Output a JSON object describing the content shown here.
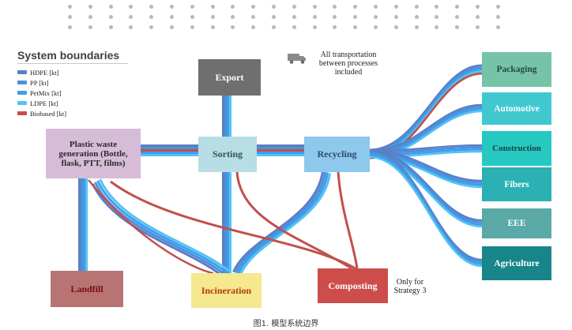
{
  "legend": {
    "title": "System boundaries",
    "items": [
      {
        "label": "HDPE [kt]",
        "color": "#5b7fc4"
      },
      {
        "label": "PP [kt]",
        "color": "#4f8fd8"
      },
      {
        "label": "PetMix [kt]",
        "color": "#3a9ff0"
      },
      {
        "label": "LDPE [kt]",
        "color": "#56c2f2"
      },
      {
        "label": "Biobased  [kt]",
        "color": "#c0504d"
      }
    ]
  },
  "transport_note": "All transportation between processes included",
  "nodes": {
    "plastic_waste": "Plastic waste generation (Bottle, flask, PTT, films)",
    "export": "Export",
    "sorting": "Sorting",
    "recycling": "Recycling",
    "landfill": "Landfill",
    "incineration": "Incineration",
    "composting": "Composting",
    "packaging": "Packaging",
    "automotive": "Automotive",
    "construction": "Construction",
    "fibers": "Fibers",
    "eee": "EEE",
    "agriculture": "Agriculture"
  },
  "strategy_note": "Only for Strategy 3",
  "caption": "图1. 模型系统边界",
  "colors": {
    "hdpe": "#5b7fc4",
    "pp": "#4f8fd8",
    "petmix": "#3a9ff0",
    "ldpe": "#56c2f2",
    "biobased": "#c0504d"
  }
}
